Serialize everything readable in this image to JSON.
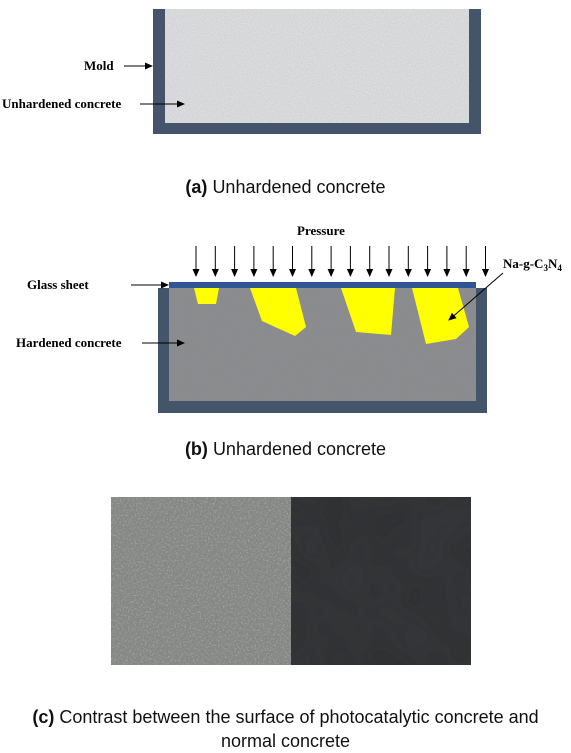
{
  "panel_a": {
    "labels": {
      "mold": "Mold",
      "unhardened_concrete": "Unhardened concrete"
    },
    "caption": {
      "tag": "(a)",
      "text": "Unhardened concrete"
    }
  },
  "panel_b": {
    "labels": {
      "pressure": "Pressure",
      "glass_sheet": "Glass sheet",
      "hardened_concrete": "Hardened concrete",
      "catalyst": "Na-g-C3N4"
    },
    "caption": {
      "tag": "(b)",
      "text": "Unhardened concrete"
    }
  },
  "panel_c": {
    "caption": {
      "tag": "(c)",
      "line1": "Contrast between the surface of photocatalytic concrete and",
      "line2": "normal concrete"
    }
  },
  "colors": {
    "mold": "#44546a",
    "glass": "#2f5597",
    "catalyst": "#ffff00",
    "photo_left": "#848783",
    "photo_right": "#2e3031"
  }
}
